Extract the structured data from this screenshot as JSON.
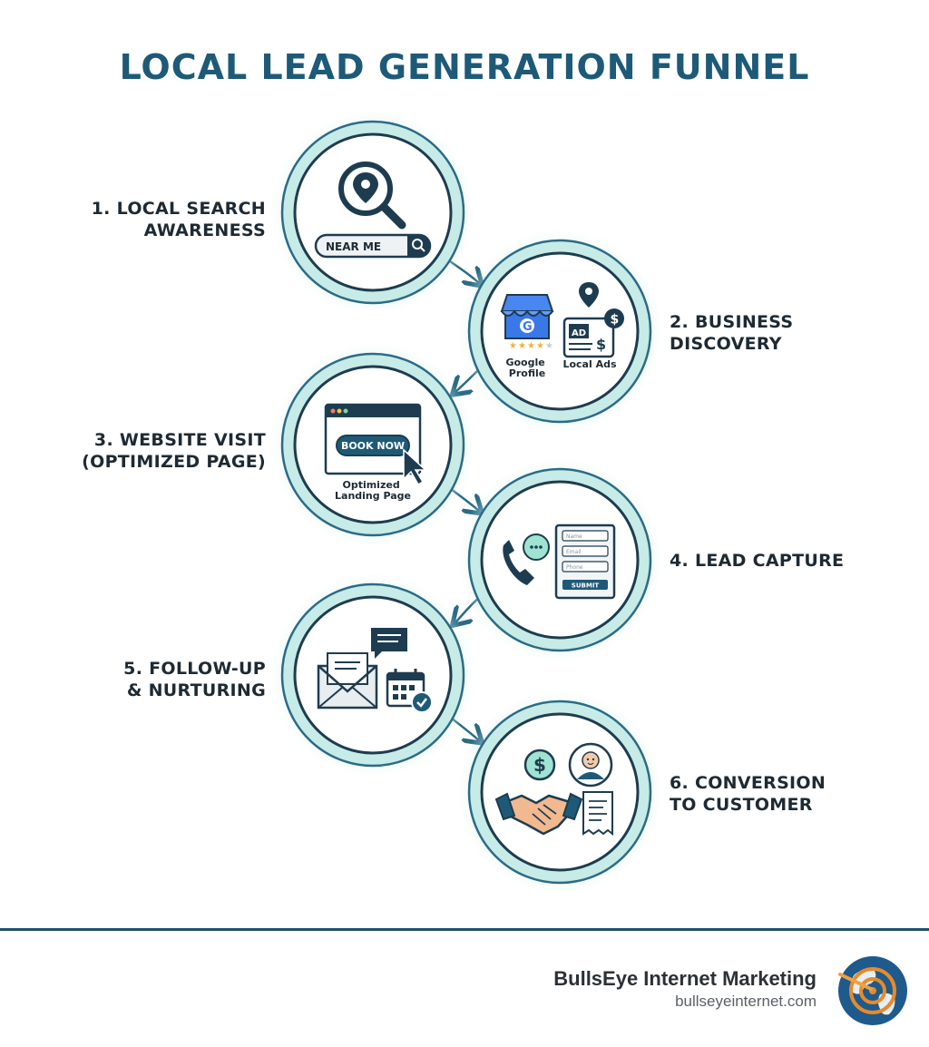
{
  "title": "LOCAL LEAD GENERATION FUNNEL",
  "steps": [
    {
      "label": "1. LOCAL SEARCH\nAWARENESS",
      "search_text": "NEAR ME"
    },
    {
      "label": "2. BUSINESS\nDISCOVERY",
      "google_label": "Google\nProfile",
      "ad_badge": "AD",
      "ads_label": "Local Ads",
      "rating": 4
    },
    {
      "label": "3. WEBSITE VISIT\n(OPTIMIZED PAGE)",
      "button_text": "BOOK NOW",
      "caption": "Optimized\nLanding Page"
    },
    {
      "label": "4. LEAD CAPTURE",
      "form_fields": [
        "Name",
        "Email",
        "Phone"
      ],
      "submit_text": "SUBMIT"
    },
    {
      "label": "5. FOLLOW-UP\n& NURTURING"
    },
    {
      "label": "6. CONVERSION\nTO CUSTOMER"
    }
  ],
  "footer": {
    "brand_name": "BullsEye Internet Marketing",
    "brand_url": "bullseyeinternet.com"
  },
  "colors": {
    "primary": "#1d5a78",
    "dark": "#1e3c50",
    "ring": "#c7ebe6",
    "glow": "#dff5f1",
    "accent_teal": "#9fe3d2",
    "google_blue": "#3b78e7",
    "star": "#f2b233"
  }
}
